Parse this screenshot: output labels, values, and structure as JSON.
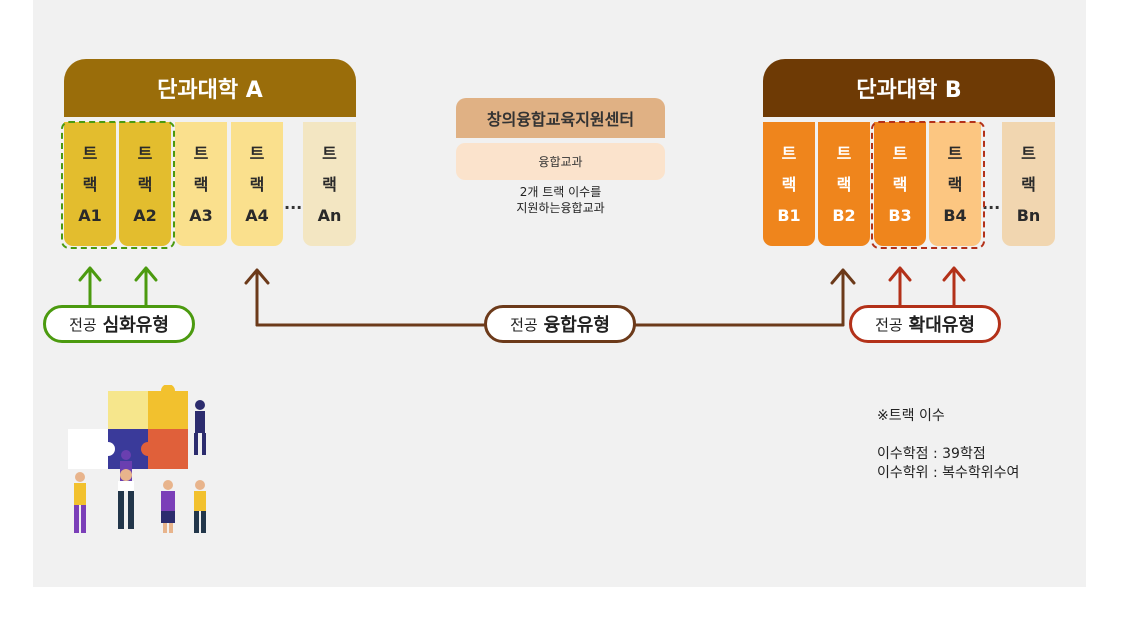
{
  "college_a": {
    "title": "단과대학 A",
    "tracks": [
      {
        "l1": "트",
        "l2": "랙",
        "l3": "A1"
      },
      {
        "l1": "트",
        "l2": "랙",
        "l3": "A2"
      },
      {
        "l1": "트",
        "l2": "랙",
        "l3": "A3"
      },
      {
        "l1": "트",
        "l2": "랙",
        "l3": "A4"
      },
      {
        "l1": "트",
        "l2": "랙",
        "l3": "An"
      }
    ]
  },
  "college_b": {
    "title": "단과대학 B",
    "tracks": [
      {
        "l1": "트",
        "l2": "랙",
        "l3": "B1"
      },
      {
        "l1": "트",
        "l2": "랙",
        "l3": "B2"
      },
      {
        "l1": "트",
        "l2": "랙",
        "l3": "B3"
      },
      {
        "l1": "트",
        "l2": "랙",
        "l3": "B4"
      },
      {
        "l1": "트",
        "l2": "랙",
        "l3": "Bn"
      }
    ]
  },
  "ellipsis": "···",
  "center": {
    "title": "창의융합교육지원센터",
    "subtitle": "융합교과",
    "desc_line1": "2개 트랙 이수를",
    "desc_line2": "지원하는융합교과"
  },
  "types": {
    "deep": {
      "prefix": "전공",
      "emphasis": "심화유형"
    },
    "fusion": {
      "prefix": "전공",
      "emphasis": "융합유형"
    },
    "expand": {
      "prefix": "전공",
      "emphasis": "확대유형"
    }
  },
  "note": {
    "heading": "※트랙 이수",
    "credits": "이수학점 : 39학점",
    "degree": "이수학위 : 복수학위수여"
  },
  "colors": {
    "college_a_header": "#9a6d0a",
    "college_b_header": "#6e3a05",
    "track_a_selected": "#e3bd2e",
    "track_a_normal": "#fae08d",
    "track_a_last": "#f3e6c2",
    "track_b_dark": "#ef851c",
    "track_b_light": "#fcc681",
    "track_b_last": "#f1d6b0",
    "deep": "#4b9a0f",
    "fusion": "#6c3a1a",
    "expand": "#b33119",
    "center_title": "#e0b184",
    "center_sub": "#fbe3cc"
  },
  "icons": [
    "up-arrow-icon",
    "puzzle-people-illustration"
  ]
}
